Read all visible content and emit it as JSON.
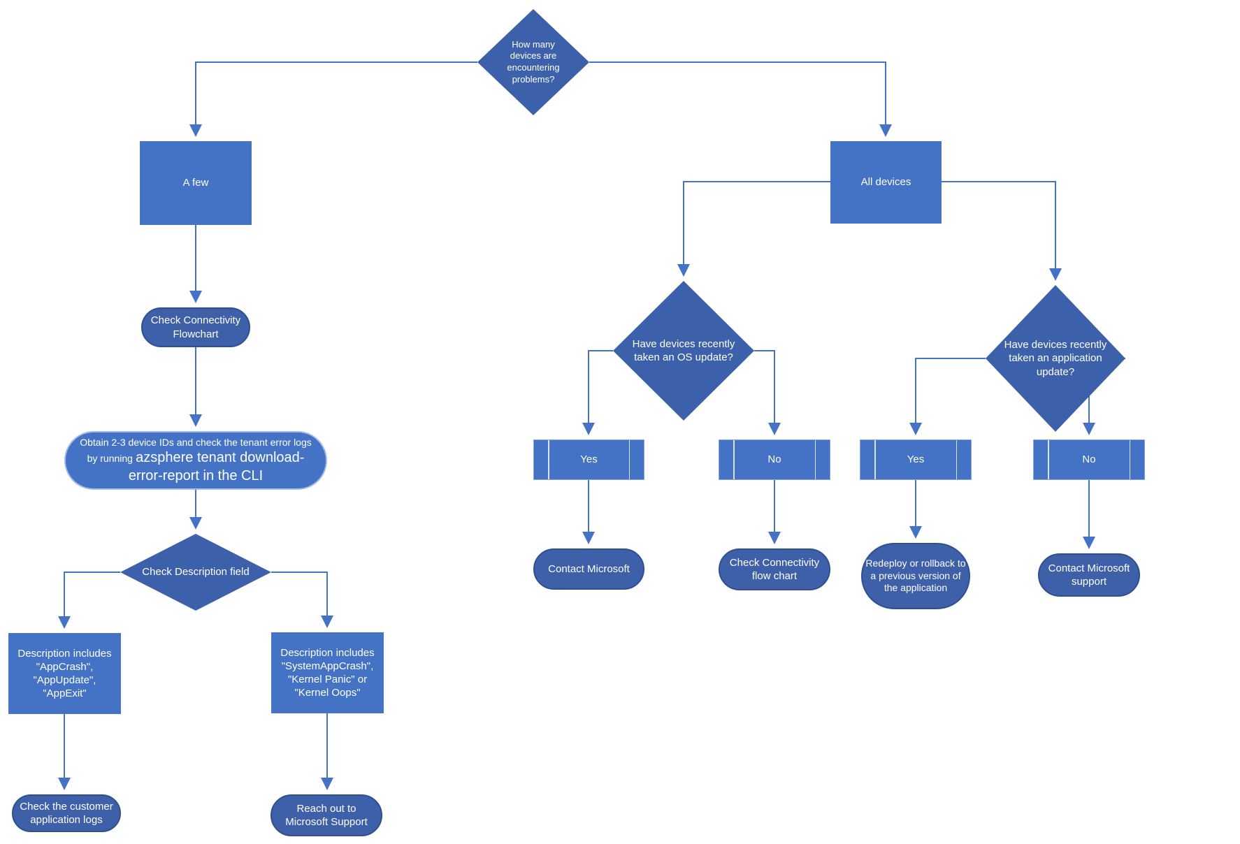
{
  "diagram": {
    "type": "flowchart",
    "topic": "Azure Sphere device problem triage"
  },
  "colors": {
    "process_fill": "#4472C4",
    "decision_fill": "#3D60AB",
    "terminal_fill": "#3E60A9",
    "terminal_border": "#2E4F90",
    "highlight_border": "#A3BCE8",
    "connector": "#4472C4",
    "text": "#FFFFFF"
  },
  "nodes": {
    "how_many": {
      "type": "decision",
      "label": "How many devices are encountering problems?"
    },
    "a_few": {
      "type": "process",
      "label": "A few"
    },
    "all_devices": {
      "type": "process",
      "label": "All devices"
    },
    "check_connectivity_flowchart": {
      "type": "terminal",
      "label": "Check Connectivity Flowchart"
    },
    "obtain_ids": {
      "type": "terminal",
      "text_normal": "Obtain 2-3 device IDs and check the tenant error logs by running",
      "text_large": "azsphere tenant download-error-report in the CLI"
    },
    "check_description": {
      "type": "decision",
      "label": "Check Description field"
    },
    "desc_appcrash": {
      "type": "process",
      "label": "Description includes \"AppCrash\", \"AppUpdate\", \"AppExit\""
    },
    "desc_systemappcrash": {
      "type": "process",
      "label": "Description includes \"SystemAppCrash\", \"Kernel Panic\" or \"Kernel Oops\""
    },
    "customer_logs": {
      "type": "terminal",
      "label": "Check the customer application logs"
    },
    "reach_out": {
      "type": "terminal",
      "label": "Reach out to Microsoft Support"
    },
    "os_update": {
      "type": "decision",
      "label": "Have devices recently taken an OS update?"
    },
    "app_update": {
      "type": "decision",
      "label": "Have devices recently taken an application update?"
    },
    "yes_os": {
      "type": "subroutine",
      "label": "Yes"
    },
    "no_os": {
      "type": "subroutine",
      "label": "No"
    },
    "yes_app": {
      "type": "subroutine",
      "label": "Yes"
    },
    "no_app": {
      "type": "subroutine",
      "label": "No"
    },
    "contact_microsoft": {
      "type": "terminal",
      "label": "Contact Microsoft"
    },
    "check_connectivity_flow_chart": {
      "type": "terminal",
      "label": "Check Connectivity flow chart"
    },
    "redeploy": {
      "type": "terminal",
      "label": "Redeploy or rollback to a previous version of the application"
    },
    "contact_microsoft_support": {
      "type": "terminal",
      "label": "Contact Microsoft support"
    }
  },
  "edges": [
    {
      "from": "how_many",
      "to": "a_few"
    },
    {
      "from": "how_many",
      "to": "all_devices"
    },
    {
      "from": "a_few",
      "to": "check_connectivity_flowchart"
    },
    {
      "from": "check_connectivity_flowchart",
      "to": "obtain_ids"
    },
    {
      "from": "obtain_ids",
      "to": "check_description"
    },
    {
      "from": "check_description",
      "to": "desc_appcrash"
    },
    {
      "from": "check_description",
      "to": "desc_systemappcrash"
    },
    {
      "from": "desc_appcrash",
      "to": "customer_logs"
    },
    {
      "from": "desc_systemappcrash",
      "to": "reach_out"
    },
    {
      "from": "all_devices",
      "to": "os_update"
    },
    {
      "from": "all_devices",
      "to": "app_update"
    },
    {
      "from": "os_update",
      "to": "yes_os"
    },
    {
      "from": "os_update",
      "to": "no_os"
    },
    {
      "from": "yes_os",
      "to": "contact_microsoft"
    },
    {
      "from": "no_os",
      "to": "check_connectivity_flow_chart"
    },
    {
      "from": "app_update",
      "to": "yes_app"
    },
    {
      "from": "app_update",
      "to": "no_app"
    },
    {
      "from": "yes_app",
      "to": "redeploy"
    },
    {
      "from": "no_app",
      "to": "contact_microsoft_support"
    }
  ]
}
